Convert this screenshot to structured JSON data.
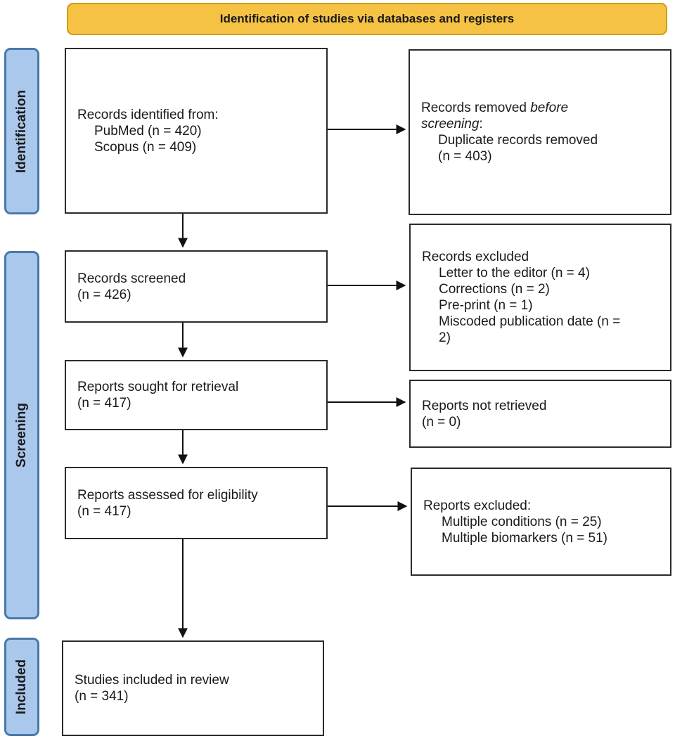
{
  "header": {
    "title": "Identification of studies via databases and registers"
  },
  "stages": {
    "identification": "Identification",
    "screening": "Screening",
    "included": "Included"
  },
  "identification_box": {
    "line1": "Records identified from:",
    "line2": "PubMed (n = 420)",
    "line3": "Scopus (n = 409)"
  },
  "removed_box": {
    "line1_a": "Records removed ",
    "line1_b": "before",
    "line2_a": "screening",
    "line2_b": ":",
    "line3": "Duplicate records removed",
    "line4": "(n = 403)"
  },
  "screened_box": {
    "line1": "Records screened",
    "line2": "(n = 426)"
  },
  "excluded1_box": {
    "line1": "Records excluded",
    "line2": "Letter to the editor (n = 4)",
    "line3": "Corrections (n = 2)",
    "line4": "Pre-print (n = 1)",
    "line5": "Miscoded publication date (n =",
    "line6": "2)"
  },
  "sought_box": {
    "line1": "Reports sought for retrieval",
    "line2": "(n = 417)"
  },
  "not_retrieved_box": {
    "line1": "Reports not retrieved",
    "line2": "(n = 0)"
  },
  "assessed_box": {
    "line1": "Reports assessed for eligibility",
    "line2": "(n = 417)"
  },
  "excluded2_box": {
    "line1": "Reports excluded:",
    "line2": "Multiple conditions (n = 25)",
    "line3": "Multiple biomarkers (n = 51)"
  },
  "included_box": {
    "line1": "Studies included in review",
    "line2": "(n = 341)"
  },
  "colors": {
    "header_fill": "#f6c244",
    "header_border": "#d49b17",
    "stage_fill": "#a9c8ec",
    "stage_border": "#4a78ac",
    "box_border": "#2b2b2b"
  }
}
